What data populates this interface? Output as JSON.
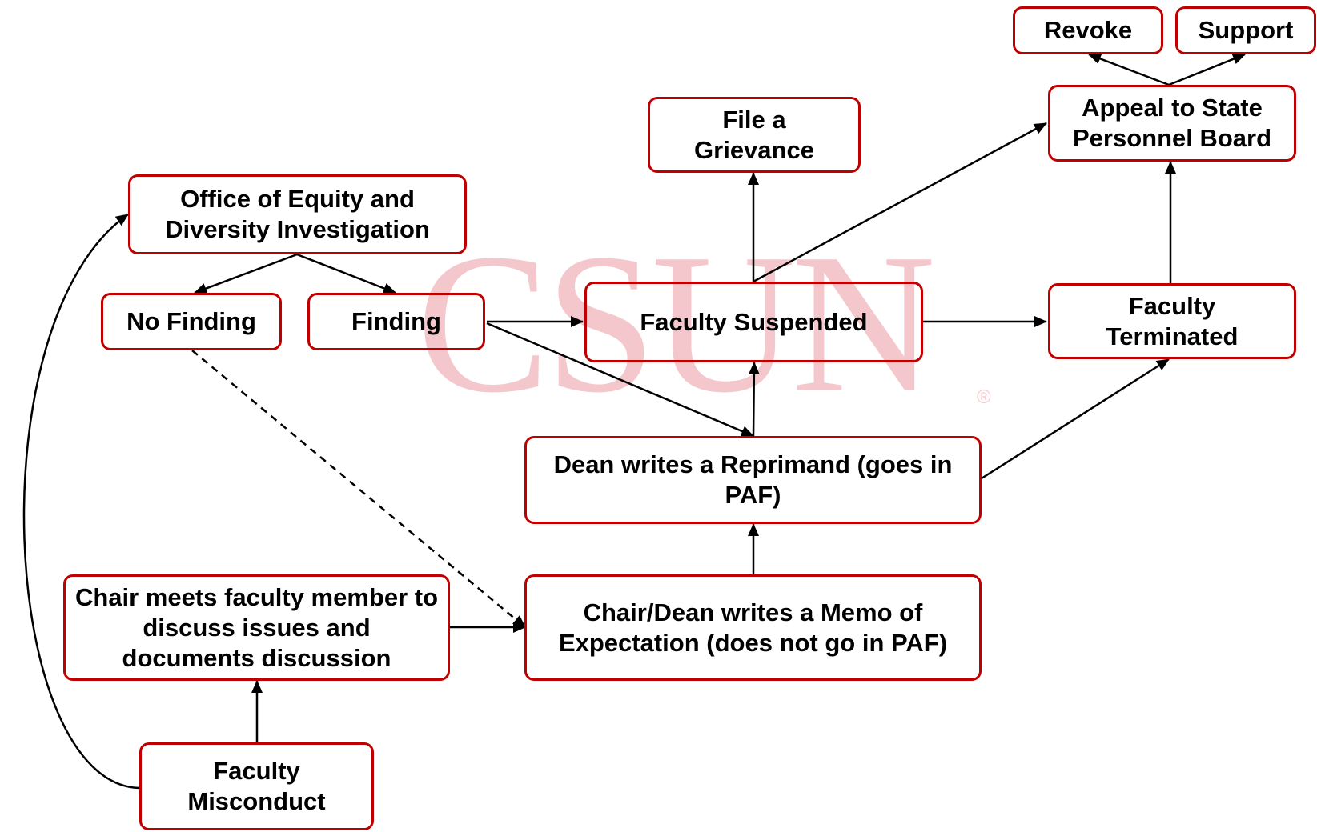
{
  "watermark": {
    "text": "CSUN",
    "reg": "®"
  },
  "nodes": {
    "revoke": "Revoke",
    "support": "Support",
    "appeal": "Appeal to State Personnel Board",
    "grievance": "File a Grievance",
    "oed": "Office of Equity and Diversity Investigation",
    "no_finding": "No Finding",
    "finding": "Finding",
    "suspended": "Faculty Suspended",
    "terminated": "Faculty Terminated",
    "reprimand": "Dean writes a Reprimand (goes in PAF)",
    "chair_meets": "Chair meets faculty member to discuss issues and documents discussion",
    "memo": "Chair/Dean writes a Memo of Expectation (does not go in PAF)",
    "misconduct": "Faculty Misconduct"
  },
  "colors": {
    "border": "#c00000",
    "text": "#000000",
    "watermark": "#f4c7cc",
    "arrow": "#000000"
  }
}
